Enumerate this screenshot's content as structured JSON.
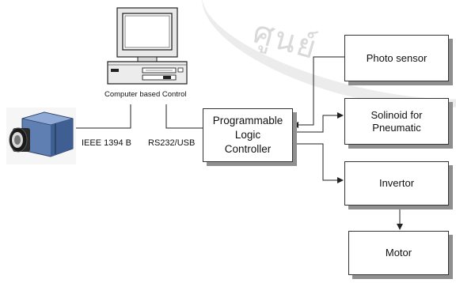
{
  "watermark": "ศูนย์",
  "computer": {
    "label": "Computer based Control",
    "icon": "desktop-computer-icon"
  },
  "camera": {
    "icon": "industrial-camera-icon"
  },
  "links": {
    "camera_to_computer": "IEEE 1394 B",
    "computer_to_plc": "RS232/USB"
  },
  "blocks": {
    "plc": "Programmable\nLogic\nController",
    "photo_sensor": "Photo sensor",
    "solenoid": "Solinoid for\nPneumatic",
    "invertor": "Invertor",
    "motor": "Motor"
  }
}
